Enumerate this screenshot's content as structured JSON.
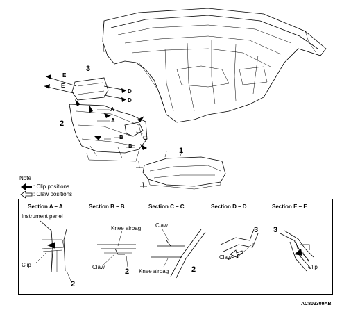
{
  "part_labels": {
    "instrument_panel": "1",
    "lower_cover": "2",
    "lower_cover_upper": "3",
    "section_d_item": "3",
    "section_e_item": "3",
    "section_a_item": "2",
    "section_b_item": "2",
    "section_c_item": "2"
  },
  "callouts": {
    "e_upper": "E",
    "e_lower": "E",
    "d_upper": "D",
    "d_lower": "D",
    "a_upper": "A",
    "a_lower": "A",
    "b_left": "B",
    "b_right": "B",
    "c": "C"
  },
  "legend": {
    "title": "Note",
    "clip": ": Clip positions",
    "claw": ": Claw positions"
  },
  "sections": [
    {
      "title": "Section A – A",
      "labels": [
        "Instrument panel",
        "Clip"
      ]
    },
    {
      "title": "Section B – B",
      "labels": [
        "Knee airbag",
        "Claw"
      ]
    },
    {
      "title": "Section C – C",
      "labels": [
        "Claw",
        "Knee airbag"
      ]
    },
    {
      "title": "Section D – D",
      "labels": [
        "Claw"
      ]
    },
    {
      "title": "Section E – E",
      "labels": [
        "Clip"
      ]
    }
  ],
  "figure_code": "AC802309AB",
  "colors": {
    "ink": "#000000",
    "background": "#ffffff"
  }
}
